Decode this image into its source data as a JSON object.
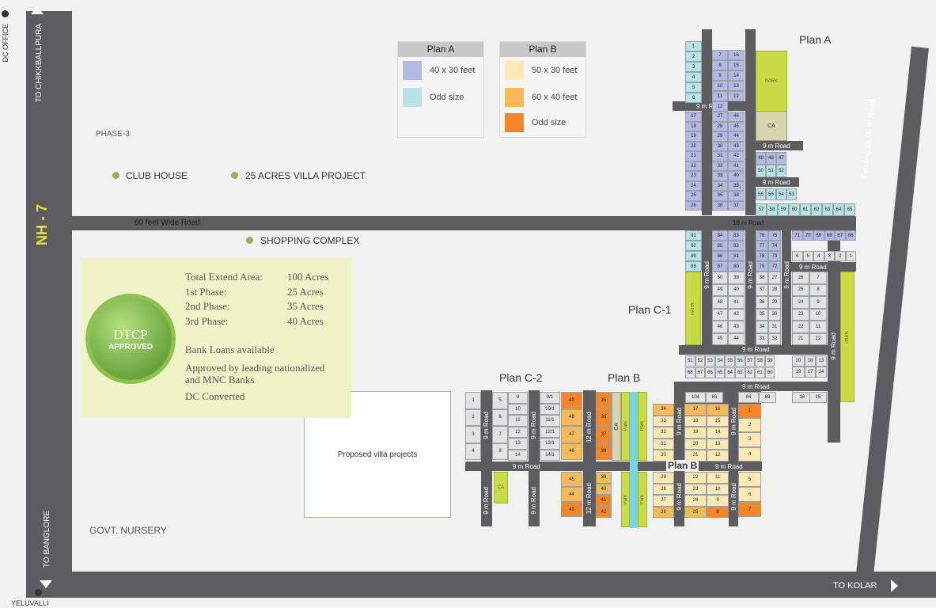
{
  "labels": {
    "dc_office": "DC OFFICE",
    "to_chikkballpura": "TO CHIKKBALLPURA",
    "nh7": "NH - 7",
    "to_banglore": "TO BANGLORE",
    "yeluvalli": "YELUVALLI",
    "to_kolar": "TO KOLAR",
    "phase3": "PHASE-3",
    "club_house": "CLUB HOUSE",
    "villa_project": "25 ACRES VILLA PROJECT",
    "shopping_complex": "SHOPPING COMPLEX",
    "govt_nursery": "GOVT. NURSERY",
    "proposed_villa": "Proposed villa projects",
    "road_60ft": "60 feet Wide Road",
    "road_18m": "18 m Road",
    "road_9m": "9 m Road",
    "road_12m": "12 m Road",
    "existing_road": "Existing 15.00 m Road",
    "plan_a": "Plan A",
    "plan_b": "Plan B",
    "plan_c1": "Plan C-1",
    "plan_c2": "Plan C-2",
    "park": "PARK",
    "park_short": "Park",
    "ca": "CA"
  },
  "legend": {
    "plan_a": {
      "title": "Plan A",
      "items": [
        {
          "label": "40 x 30 feet",
          "color": "#b3b9e3"
        },
        {
          "label": "Odd size",
          "color": "#b8e3e6"
        }
      ]
    },
    "plan_b": {
      "title": "Plan B",
      "items": [
        {
          "label": "50 x 30 feet",
          "color": "#fbe8b4"
        },
        {
          "label": "60 x 40 feet",
          "color": "#f8b95a"
        },
        {
          "label": "Odd size",
          "color": "#f28628"
        }
      ]
    }
  },
  "info": {
    "badge_line1": "DTCP",
    "badge_line2": "APPROVED",
    "rows": [
      {
        "label": "Total Extend Area:",
        "value": "100 Acres"
      },
      {
        "label": "1st Phase:",
        "value": "25 Acres"
      },
      {
        "label": "2nd Phase:",
        "value": "35 Acres"
      },
      {
        "label": "3rd Phase:",
        "value": "40 Acres"
      }
    ],
    "notes": [
      "Bank Loans available",
      "Approved by leading nationalized",
      "and MNC Banks",
      "DC Converted"
    ]
  },
  "plots": {
    "a_left": [
      "1",
      "2",
      "3",
      "4",
      "5",
      "6",
      "17",
      "18",
      "19",
      "20",
      "21",
      "22",
      "23",
      "24",
      "25",
      "26"
    ],
    "a_col2": [
      "7",
      "8",
      "9",
      "10",
      "11",
      "12",
      "27",
      "28",
      "29",
      "30",
      "31",
      "32",
      "33",
      "34",
      "35",
      "36"
    ],
    "a_col3": [
      "16",
      "15",
      "14",
      "13",
      "12",
      "46",
      "45",
      "44",
      "43",
      "42",
      "41",
      "40",
      "39",
      "38",
      "37"
    ],
    "a_block": [
      "49",
      "48",
      "47",
      "50",
      "51",
      "52"
    ],
    "a_row56": [
      "56",
      "55",
      "54",
      "53"
    ],
    "a_row57": [
      "57",
      "58",
      "59",
      "60",
      "61",
      "62",
      "63",
      "64",
      "65"
    ],
    "c1_left": [
      "91",
      "90",
      "89",
      "88"
    ],
    "c1_84": [
      "84",
      "85",
      "86",
      "87"
    ],
    "c1_83": [
      "83",
      "82",
      "81",
      "80"
    ],
    "c1_76": [
      "76",
      "77",
      "78",
      "79"
    ],
    "c1_75": [
      "75",
      "74",
      "73",
      "72"
    ],
    "c1_top": [
      "71",
      "70",
      "69",
      "68",
      "67",
      "66"
    ],
    "c1_row6": [
      "6",
      "5",
      "4",
      "3",
      "2",
      "1"
    ],
    "c1_50": [
      "50",
      "49",
      "48",
      "47",
      "46",
      "45"
    ],
    "c1_39": [
      "39",
      "40",
      "41",
      "42",
      "43",
      "44"
    ],
    "c1_38": [
      "38",
      "37",
      "36",
      "35",
      "34",
      "33"
    ],
    "c1_27": [
      "27",
      "28",
      "29",
      "30",
      "31",
      "32"
    ],
    "c1_26": [
      "26",
      "25",
      "24",
      "23",
      "22",
      "21"
    ],
    "c1_7": [
      "7",
      "8",
      "9",
      "10",
      "11",
      "12"
    ],
    "c1_row51": [
      "51",
      "52",
      "53",
      "54",
      "55",
      "56",
      "57",
      "58",
      "59"
    ],
    "c1_row68": [
      "68",
      "67",
      "66",
      "65",
      "64",
      "63",
      "62",
      "61",
      "60"
    ],
    "c1_20": [
      "20",
      "19"
    ],
    "c1_18": [
      "18",
      "17"
    ],
    "c1_13": [
      "13",
      "14"
    ],
    "c2_col1": [
      "1",
      "2",
      "3",
      "4"
    ],
    "c2_col2": [
      "5",
      "6",
      "7",
      "8"
    ],
    "c2_col3": [
      "9",
      "10",
      "11",
      "12",
      "13",
      "14"
    ],
    "c2_col4": [
      "9/1",
      "10/1",
      "11/1",
      "12/1",
      "13/1",
      "14/1"
    ],
    "b_49": [
      "49",
      "48",
      "47",
      "46"
    ],
    "b_35": [
      "35",
      "36",
      "37",
      "38"
    ],
    "b_45": [
      "45",
      "44",
      "43"
    ],
    "b_39": [
      "39",
      "40",
      "41",
      "42"
    ],
    "b_34": [
      "34",
      "33",
      "32",
      "31",
      "30"
    ],
    "b_29": [
      "29",
      "28",
      "27",
      "26"
    ],
    "b_17": [
      "17",
      "18",
      "19",
      "20",
      "21"
    ],
    "b_16": [
      "16",
      "15",
      "14",
      "13",
      "12"
    ],
    "b_22": [
      "22",
      "23",
      "24",
      "25"
    ],
    "b_11": [
      "11",
      "10",
      "9",
      "8"
    ],
    "b_1": [
      "1",
      "2",
      "3",
      "4"
    ],
    "b_5": [
      "5",
      "6",
      "7"
    ],
    "b_top": [
      "104",
      "85",
      "84",
      "69",
      "16",
      "15"
    ]
  },
  "colors": {
    "road": "#5d5d60",
    "background": "#f1f1f2",
    "park": "#cadc43",
    "info_panel": "#eff3c8",
    "nh_label": "#e8e33a"
  }
}
